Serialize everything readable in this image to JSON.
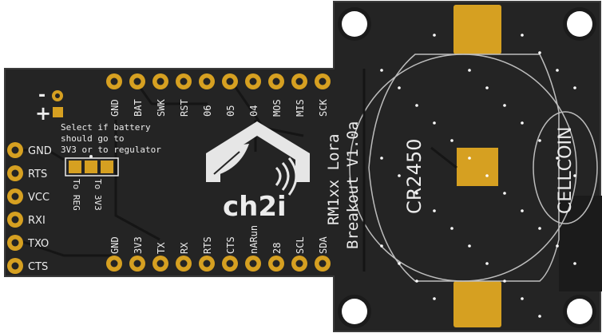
{
  "board": {
    "name_line1": "RM1xx Lora",
    "name_line2": "Breakout V1.0a",
    "battery_label": "CR2450",
    "cellcoin_label": "CELLCOIN",
    "logo_text": "ch2i",
    "battery_note": [
      "Select if battery",
      "should go to",
      "3V3 or to regulator"
    ],
    "jumper_left_label": "To REG",
    "jumper_right_label": "To 3V3",
    "polarity_minus": "-",
    "polarity_plus": "+"
  },
  "pins": {
    "left_header": [
      "GND",
      "RTS",
      "VCC",
      "RXI",
      "TXO",
      "CTS"
    ],
    "top_row": [
      "GND",
      "BAT",
      "SWK",
      "RST",
      "06",
      "05",
      "04",
      "MOS",
      "MIS",
      "SCK"
    ],
    "bottom_row": [
      "GND",
      "3V3",
      "TX",
      "RX",
      "RTS",
      "CTS",
      "nARun",
      "28",
      "SCL",
      "SDA"
    ]
  },
  "colors": {
    "pcb": "#242424",
    "pcb_edge": "#3a3a3a",
    "pad_gold": "#d6a021",
    "silkscreen": "#ececec",
    "hole": "#ffffff"
  }
}
